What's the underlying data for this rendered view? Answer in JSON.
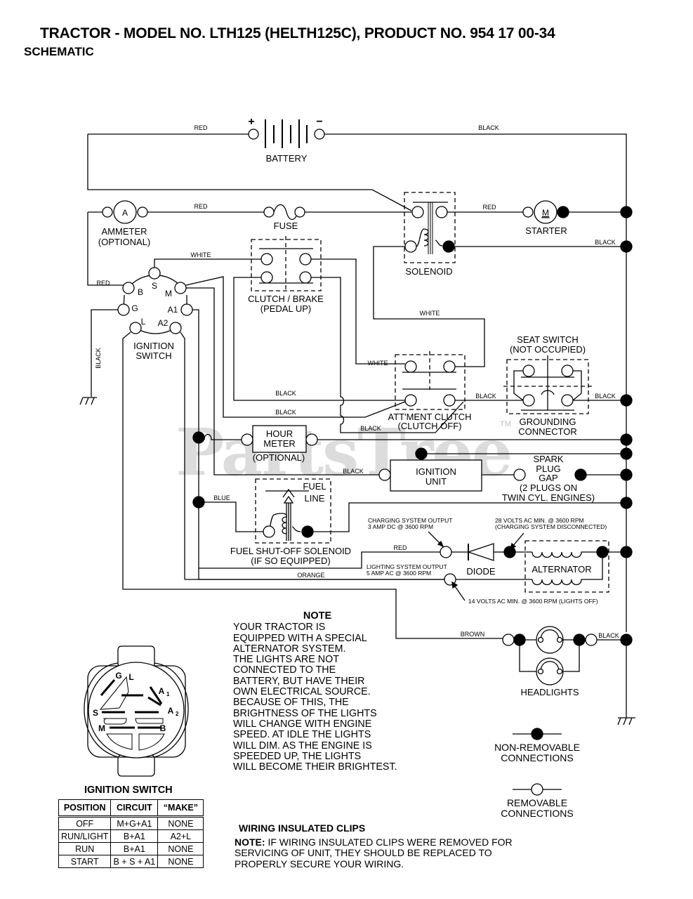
{
  "header": {
    "title": "TRACTOR - MODEL NO. LTH125 (HELTH125C), PRODUCT NO. 954 17 00-34",
    "subtitle": "SCHEMATIC"
  },
  "watermark": {
    "text": "PartsTree",
    "tm": "TM"
  },
  "components": {
    "battery": "BATTERY",
    "battery_pos": "+",
    "battery_neg": "−",
    "ammeter": "AMMETER",
    "ammeter_sub": "(OPTIONAL)",
    "ammeter_symbol": "A",
    "fuse": "FUSE",
    "solenoid": "SOLENOID",
    "starter": "STARTER",
    "starter_symbol": "M",
    "clutch_brake": "CLUTCH / BRAKE",
    "clutch_brake_sub": "(PEDAL UP)",
    "ignition_switch": "IGNITION",
    "ignition_switch_sub": "SWITCH",
    "seat_switch": "SEAT SWITCH",
    "seat_switch_sub": "(NOT OCCUPIED)",
    "attment_clutch": "ATT'MENT CLUTCH",
    "attment_clutch_sub": "(CLUTCH OFF)",
    "grounding_connector": "GROUNDING",
    "grounding_connector_sub": "CONNECTOR",
    "hour_meter": "HOUR",
    "hour_meter_2": "METER",
    "hour_meter_sub": "(OPTIONAL)",
    "ignition_unit": "IGNITION",
    "ignition_unit_2": "UNIT",
    "spark_plug_1": "SPARK",
    "spark_plug_2": "PLUG",
    "spark_plug_3": "GAP",
    "spark_plug_4": "(2 PLUGS ON",
    "spark_plug_5": "TWIN CYL. ENGINES)",
    "fuel_line_1": "FUEL",
    "fuel_line_2": "LINE",
    "fuel_solenoid": "FUEL SHUT-OFF SOLENOID",
    "fuel_solenoid_sub": "(IF SO EQUIPPED)",
    "diode": "DIODE",
    "alternator": "ALTERNATOR",
    "headlights": "HEADLIGHTS"
  },
  "ignition_terminals": {
    "S": "S",
    "B": "B",
    "M": "M",
    "G": "G",
    "A1": "A1",
    "L": "L",
    "A2": "A2"
  },
  "wire_colors": {
    "red": "RED",
    "black": "BLACK",
    "white": "WHITE",
    "blue": "BLUE",
    "orange": "ORANGE",
    "brown": "BROWN"
  },
  "annotations": {
    "charging_1": "CHARGING SYSTEM OUTPUT",
    "charging_2": "3 AMP DC @ 3600 RPM",
    "lighting_1": "LIGHTING SYSTEM OUTPUT",
    "lighting_2": "5 AMP AC @ 3600 RPM",
    "volts28_1": "28 VOLTS AC MIN. @ 3600 RPM",
    "volts28_2": "(CHARGING SYSTEM DISCONNECTED)",
    "volts14": "14 VOLTS AC MIN. @ 3600 RPM (LIGHTS OFF)"
  },
  "note": {
    "heading": "NOTE",
    "body": "YOUR TRACTOR IS\nEQUIPPED WITH A SPECIAL\nALTERNATOR SYSTEM.\nTHE LIGHTS ARE NOT\nCONNECTED TO THE\nBATTERY, BUT HAVE THEIR\nOWN ELECTRICAL SOURCE.\nBECAUSE OF THIS, THE\nBRIGHTNESS OF THE LIGHTS\nWILL CHANGE WITH ENGINE\nSPEED.  AT IDLE THE LIGHTS\nWILL DIM.  AS THE ENGINE IS\nSPEEDED UP, THE LIGHTS\nWILL BECOME THEIR BRIGHTEST."
  },
  "legend": {
    "non_removable": "NON-REMOVABLE\nCONNECTIONS",
    "removable": "REMOVABLE\nCONNECTIONS"
  },
  "clips": {
    "heading": "WIRING INSULATED CLIPS",
    "note_label": "NOTE:",
    "body": " IF WIRING INSULATED CLIPS WERE REMOVED FOR\nSERVICING OF UNIT, THEY SHOULD BE REPLACED TO\nPROPERLY SECURE YOUR WIRING."
  },
  "ignition_diagram": {
    "title": "IGNITION SWITCH",
    "labels": {
      "G": "G",
      "L": "L",
      "A1": "A",
      "A1_sub": "1",
      "A2": "A",
      "A2_sub": "2",
      "S": "S",
      "M": "M",
      "B": "B"
    }
  },
  "ignition_table": {
    "headers": [
      "POSITION",
      "CIRCUIT",
      "“MAKE”"
    ],
    "rows": [
      [
        "OFF",
        "M+G+A1",
        "NONE"
      ],
      [
        "RUN/LIGHT",
        "B+A1",
        "A2+L"
      ],
      [
        "RUN",
        "B+A1",
        "NONE"
      ],
      [
        "START",
        "B + S + A1",
        "NONE"
      ]
    ]
  }
}
